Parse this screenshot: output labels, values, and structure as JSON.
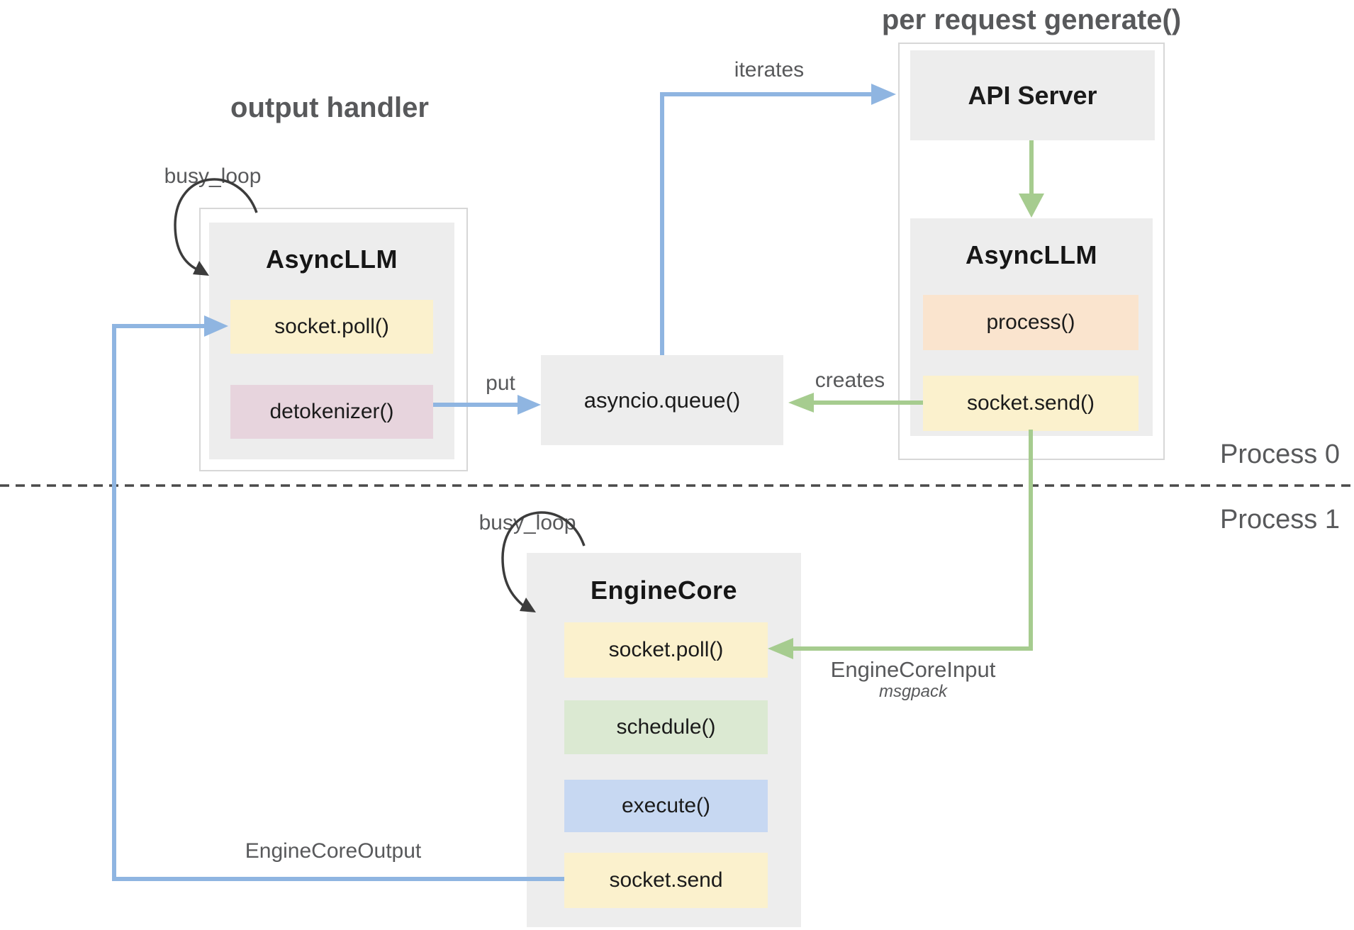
{
  "headers": {
    "output_handler": "output handler",
    "per_request_generate": "per request generate()"
  },
  "process_labels": {
    "process0": "Process 0",
    "process1": "Process 1"
  },
  "loops": {
    "left": "busy_loop",
    "right": "busy_loop"
  },
  "nodes": {
    "asyncllm_left": {
      "title": "AsyncLLM",
      "methods": [
        {
          "label": "socket.poll()"
        },
        {
          "label": "detokenizer()"
        }
      ]
    },
    "api_server": {
      "title": "API Server"
    },
    "asyncllm_right": {
      "title": "AsyncLLM",
      "methods": [
        {
          "label": "process()"
        },
        {
          "label": "socket.send()"
        }
      ]
    },
    "queue": {
      "label": "asyncio.queue()"
    },
    "engine_core": {
      "title": "EngineCore",
      "methods": [
        {
          "label": "socket.poll()"
        },
        {
          "label": "schedule()"
        },
        {
          "label": "execute()"
        },
        {
          "label": "socket.send"
        }
      ]
    }
  },
  "edges": {
    "iterates": "iterates",
    "put": "put",
    "creates": "creates",
    "engine_core_input": {
      "label": "EngineCoreInput",
      "sublabel": "msgpack"
    },
    "engine_core_output": "EngineCoreOutput"
  },
  "colors": {
    "container_gray": "#ededed",
    "panel_border": "#d7d7d7",
    "yellow_chip": "#fbf1cd",
    "pink_chip": "#e7d4dd",
    "peach_chip": "#fae4ce",
    "green_chip": "#dbe9d2",
    "blue_chip": "#c7d8f2",
    "blue_arrow": "#8fb5e1",
    "green_arrow": "#a6cc8f",
    "loop_arrow": "#3c3c3c",
    "dashed_line": "#4a4a4a",
    "label_gray": "#58595b",
    "title_dark": "#161616"
  }
}
